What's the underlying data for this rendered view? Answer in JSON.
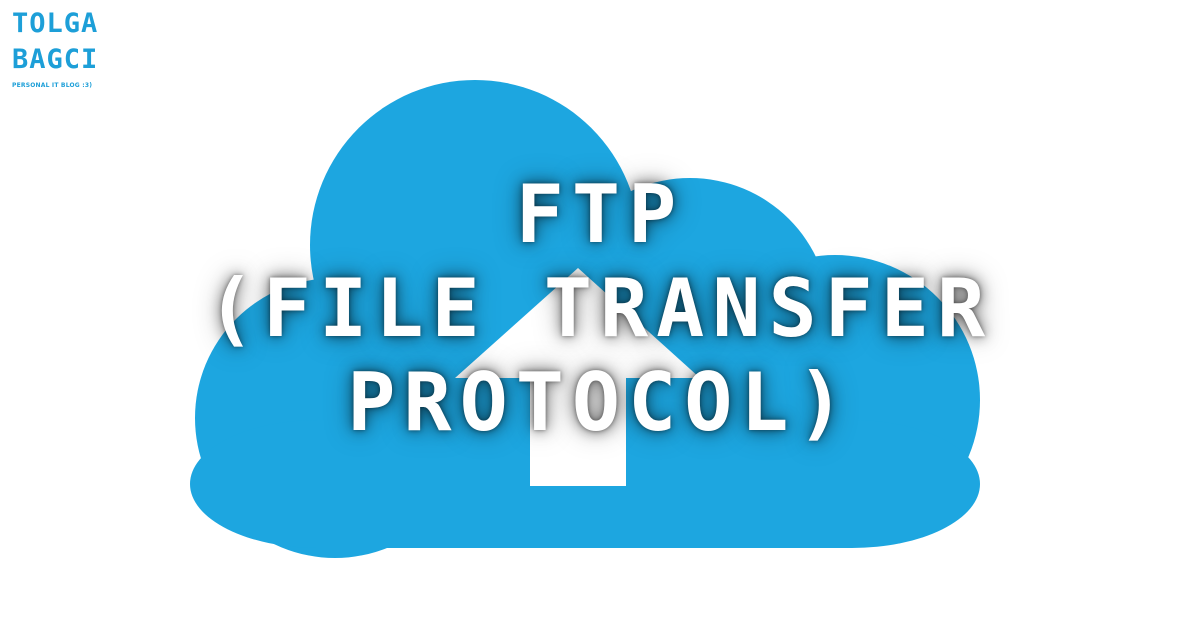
{
  "logo": {
    "line1": "TOLGA",
    "line2": "BAGCI",
    "tagline": "PERSONAL IT BLOG :3)"
  },
  "headline": {
    "line1": "FTP",
    "line2": "(FILE TRANSFER",
    "line3": "PROTOCOL)"
  },
  "icons": {
    "cloud": "cloud-upload-icon",
    "arrow": "upload-arrow-icon"
  },
  "colors": {
    "background": "#ffffff",
    "cloud": "#1da6e0",
    "logo": "#1d9fd8",
    "headline_text": "#ffffff",
    "arrow": "#ffffff"
  }
}
